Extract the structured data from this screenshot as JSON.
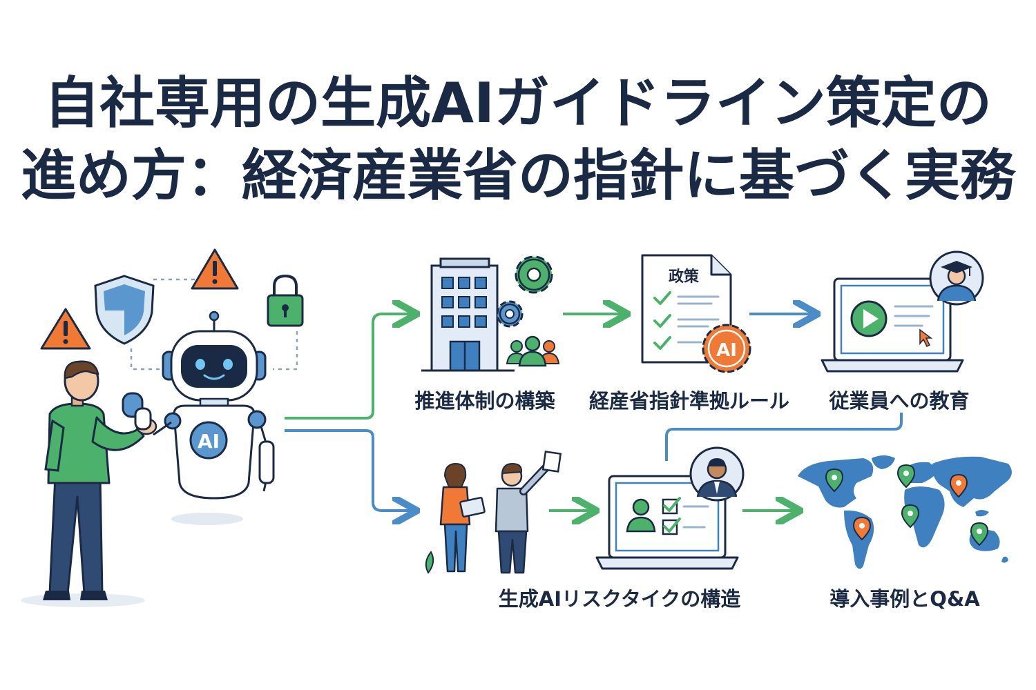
{
  "title": {
    "line1": "自社専用の生成AIガイドライン策定の",
    "line2": "進め方：経済産業省の指針に基づく実務"
  },
  "steps": {
    "structure": "推進体制の構築",
    "rules": "経産省指針準拠ルール",
    "education": "従業員への教育",
    "risk": "生成AIリスクタイクの構造",
    "cases": "導入事例とQ&A"
  },
  "badges": {
    "robot_chest": "AI",
    "policy_heading": "政策",
    "policy_seal": "AI"
  },
  "colors": {
    "title": "#1b2a44",
    "green_arrow": "#4cb26b",
    "blue_arrow": "#4a8cc7",
    "warning": "#f07a35",
    "map_blue": "#3f80c0"
  }
}
